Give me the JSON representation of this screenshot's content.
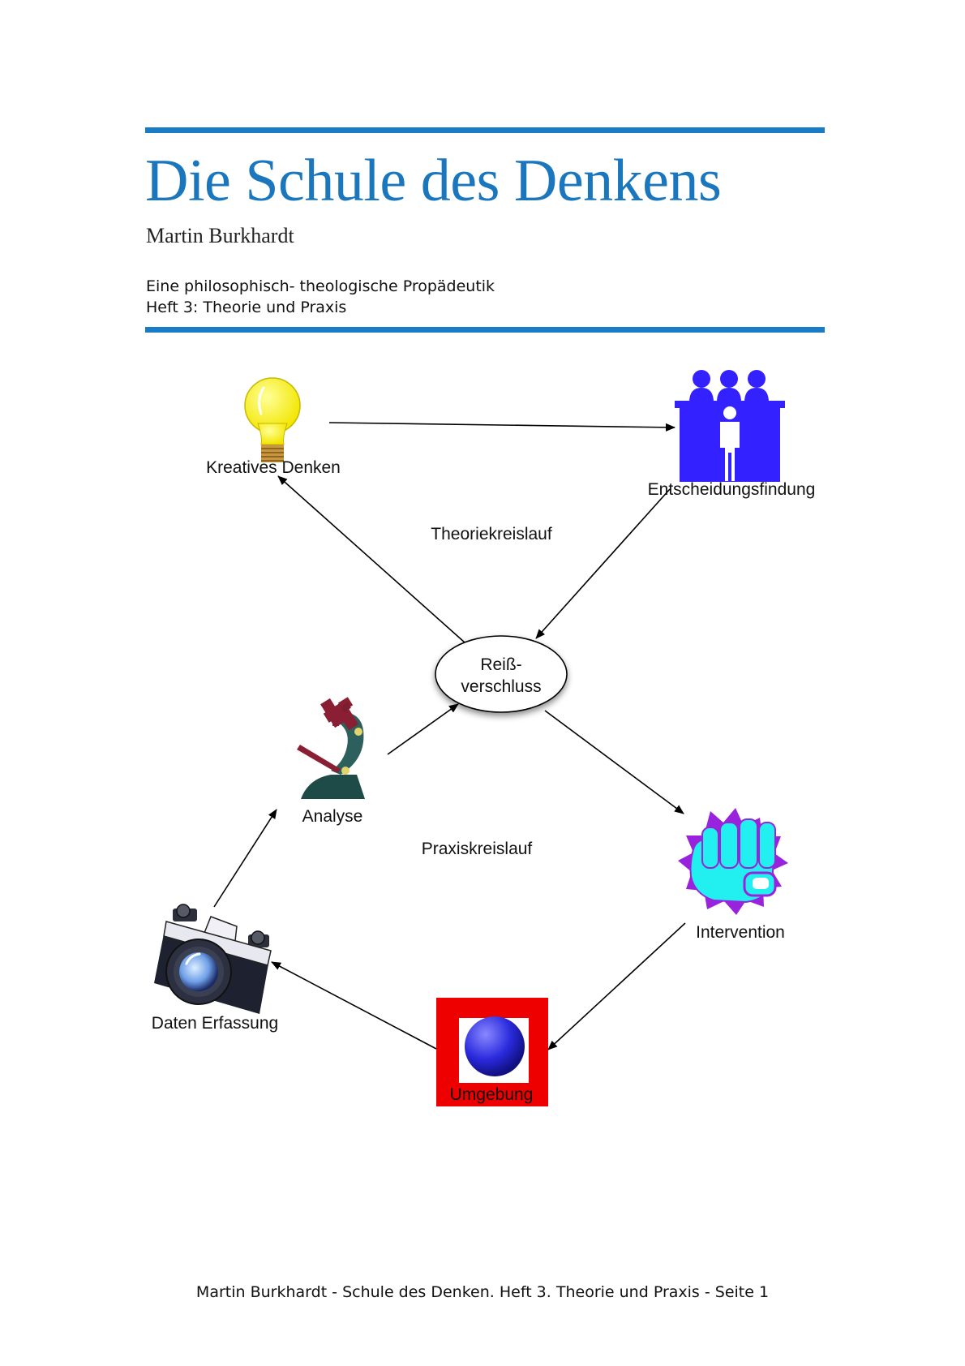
{
  "header": {
    "title": "Die Schule des Denkens",
    "author": "Martin Burkhardt",
    "subtitle_line1": "Eine philosophisch- theologische Propädeutik",
    "subtitle_line2": "Heft 3: Theorie und Praxis"
  },
  "diagram": {
    "nodes": {
      "kreatives_denken": {
        "label": "Kreatives Denken",
        "icon": "lightbulb-icon"
      },
      "entscheidungsfindung": {
        "label": "Entscheidungsfindung",
        "icon": "tribunal-icon"
      },
      "reissverschluss_line1": "Reiß-",
      "reissverschluss_line2": "verschluss",
      "analyse": {
        "label": "Analyse",
        "icon": "microscope-icon"
      },
      "intervention": {
        "label": "Intervention",
        "icon": "fist-icon"
      },
      "daten_erfassung": {
        "label": "Daten Erfassung",
        "icon": "camera-icon"
      },
      "umgebung": {
        "label": "Umgebung",
        "icon": "globe-icon"
      }
    },
    "cycle_labels": {
      "theorie": "Theoriekreislauf",
      "praxis": "Praxiskreislauf"
    }
  },
  "footer": {
    "text": "Martin Burkhardt - Schule des Denken. Heft 3. Theorie und Praxis - Seite 1"
  },
  "colors": {
    "accent_blue": "#1a7cc4",
    "title_blue": "#1a76bd",
    "lightbulb_yellow": "#f5f000",
    "tribunal_blue": "#3322ff",
    "fist_cyan": "#22f0f0",
    "fist_purple": "#9922dd",
    "umgebung_red": "#ee0000",
    "globe_blue": "#2222dd"
  }
}
